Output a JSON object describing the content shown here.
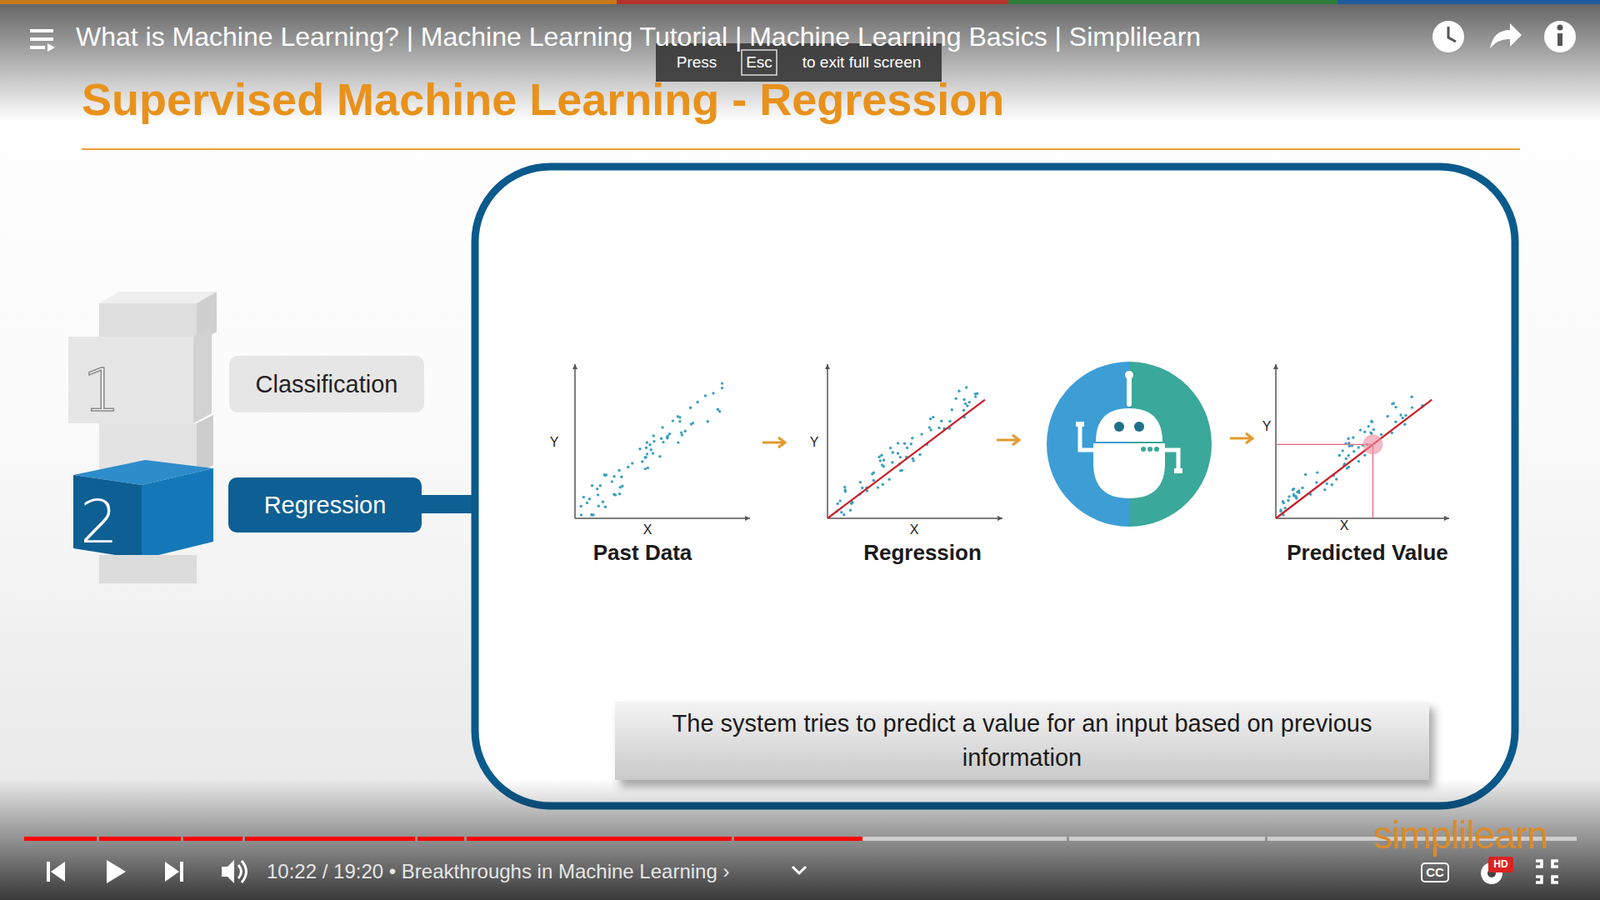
{
  "diagram": {
    "title": "Supervised Machine Learning - Regression",
    "nodes": [
      {
        "text": [
          "1"
        ]
      },
      {
        "text": [
          "Classification"
        ]
      },
      {
        "text": [
          "2"
        ]
      },
      {
        "text": [
          "Regression"
        ]
      },
      {
        "text": [
          "The system tries to predict a value for an input based on previous information"
        ]
      }
    ],
    "labels": [
      "What is Machine Learning? | Machine Learning Tutorial | Machine Learning Basics | Simplilearn",
      "Press",
      "Esc",
      "to exit full screen",
      "Y",
      "X",
      "Past Data",
      "Y",
      "X",
      "Regression",
      "Y",
      "X",
      "Predicted Value",
      "10:22 / 19:20 • Breakthroughs in Machine Learning ›",
      "CC",
      "HD",
      "simplilearn"
    ]
  }
}
